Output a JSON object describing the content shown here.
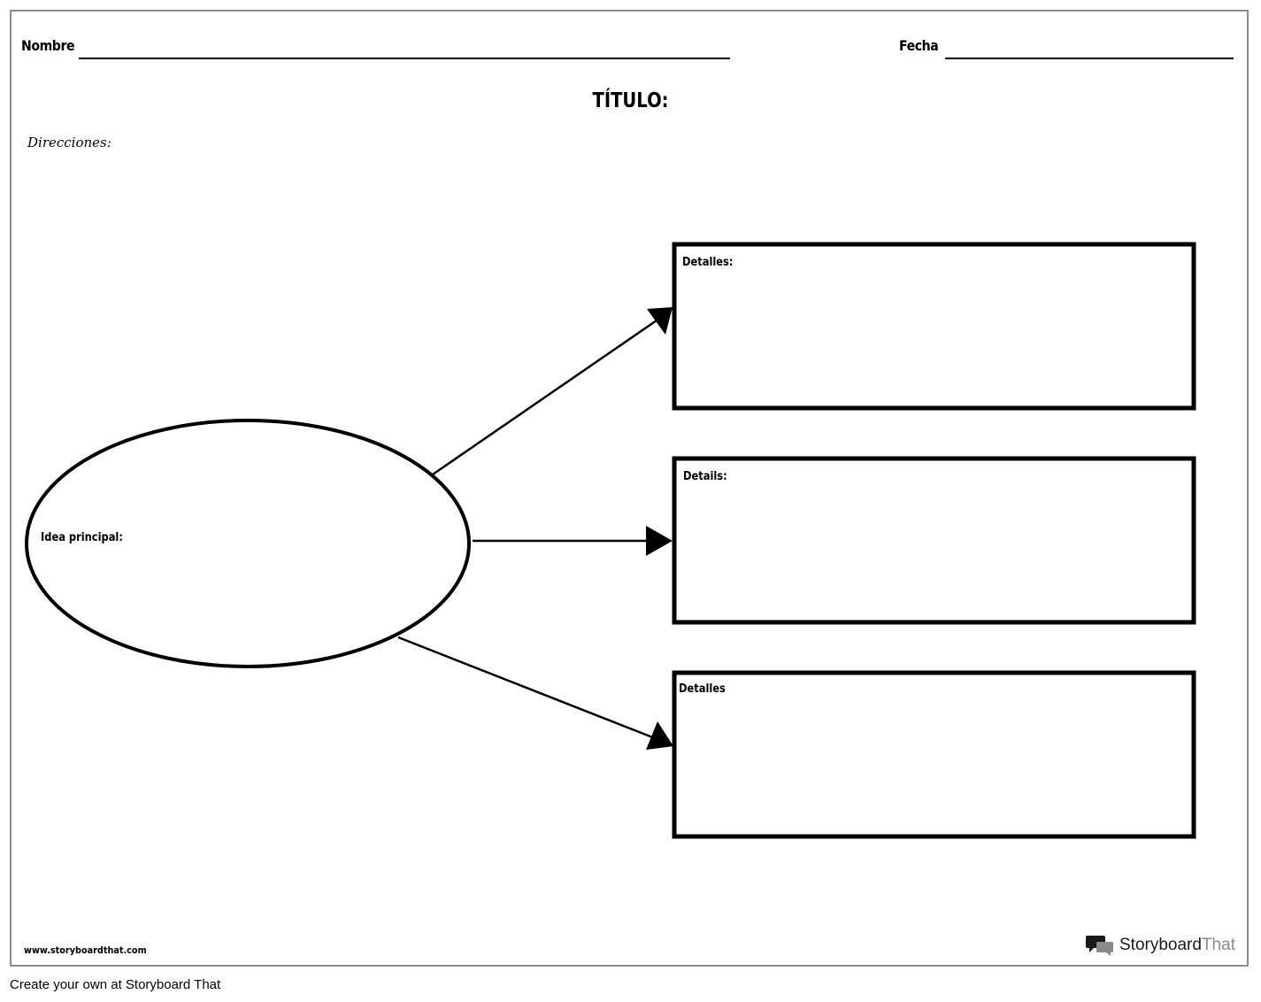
{
  "header": {
    "name_label": "Nombre",
    "date_label": "Fecha"
  },
  "title": "TÍTULO:",
  "directions_label": "Direcciones:",
  "diagram": {
    "main_idea_label": "Idea principal:",
    "detail_boxes": [
      {
        "label": "Detalles:"
      },
      {
        "label": "Details:"
      },
      {
        "label": "Detalles"
      }
    ]
  },
  "footer": {
    "website": "www.storyboardthat.com",
    "brand_left": "Storyboard",
    "brand_right": "That",
    "cta": "Create your own at Storyboard That"
  },
  "colors": {
    "border": "#8c8c8c",
    "ink": "#000000",
    "brand_dark": "#1a1a1a",
    "brand_grey": "#8a8a8a"
  }
}
